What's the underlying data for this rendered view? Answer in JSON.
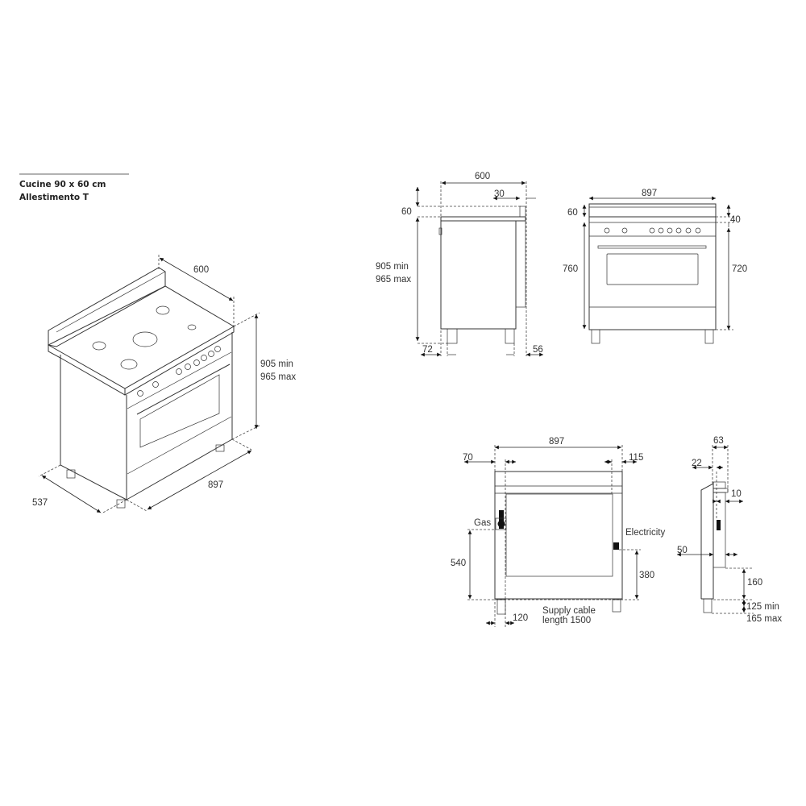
{
  "title": {
    "line1": "Cucine 90 x 60 cm",
    "line2": "Allestimento T"
  },
  "iso_view": {
    "depth": "600",
    "height_min": "905 min",
    "height_max": "965 max",
    "width": "897",
    "side_depth": "537"
  },
  "side_view": {
    "depth": "600",
    "backsplash_offset": "30",
    "backsplash_height": "60",
    "height_min": "905 min",
    "height_max": "965 max",
    "foot_front": "72",
    "foot_rear": "56"
  },
  "front_view": {
    "width": "897",
    "backsplash_height": "60",
    "body_height": "760",
    "top_band": "40",
    "front_height": "720"
  },
  "rear_view": {
    "width": "897",
    "left_offset": "70",
    "right_offset": "115",
    "gas_label": "Gas",
    "electricity_label": "Electricity",
    "gas_height": "540",
    "electricity_height": "380",
    "pipe_offset": "120",
    "cable_line1": "Supply cable",
    "cable_line2": "length 1500"
  },
  "rear_side_view": {
    "depth_top": "63",
    "offset_22": "22",
    "offset_10": "10",
    "offset_50": "50",
    "height_160": "160",
    "feet_min": "125 min",
    "feet_max": "165 max"
  }
}
